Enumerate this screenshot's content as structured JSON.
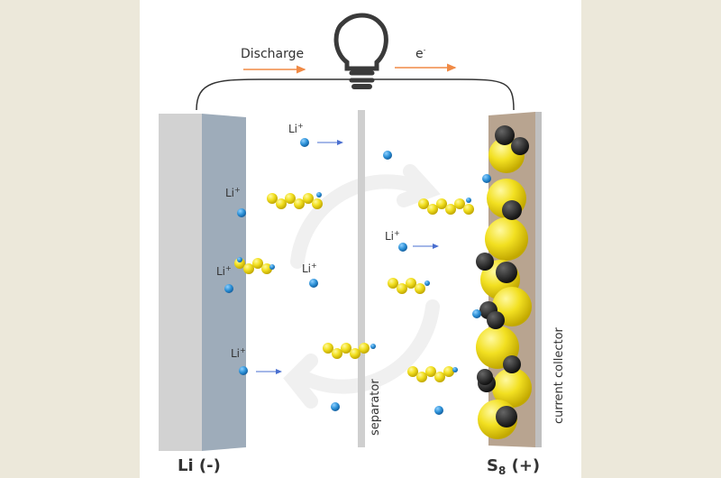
{
  "diagram": {
    "title_arrow_left": "Discharge",
    "electron_label": "e",
    "electron_sup": "-",
    "ion_label": "Li",
    "ion_sup": "+",
    "separator_label": "separator",
    "collector_label": "current collector",
    "anode_label": "Li (-)",
    "cathode_label_main": "S",
    "cathode_label_sub": "8",
    "cathode_label_tail": " (+)"
  },
  "colors": {
    "background": "#ece8da",
    "arrow_orange": "#f08a45",
    "arrow_blue": "#4a6fd0",
    "lithium_blue": "#2a8fd6",
    "sulfur_yellow": "#f2e021",
    "carbon_black": "#2a2a2a",
    "anode_front": "#d2d2d2",
    "anode_side": "#9eacba",
    "collector_brown": "#b8a490"
  }
}
